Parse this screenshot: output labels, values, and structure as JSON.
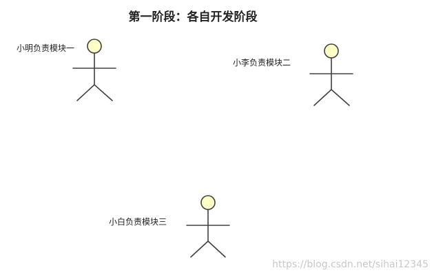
{
  "title": "第一阶段：各自开发阶段",
  "actors": [
    {
      "label": "小明负责模块一"
    },
    {
      "label": "小李负责模块二"
    },
    {
      "label": "小白负责模块三"
    }
  ],
  "colors": {
    "head_fill": "#ffffc8",
    "line": "#404040"
  },
  "watermark": "https://blog.csdn.net/sihai12345"
}
